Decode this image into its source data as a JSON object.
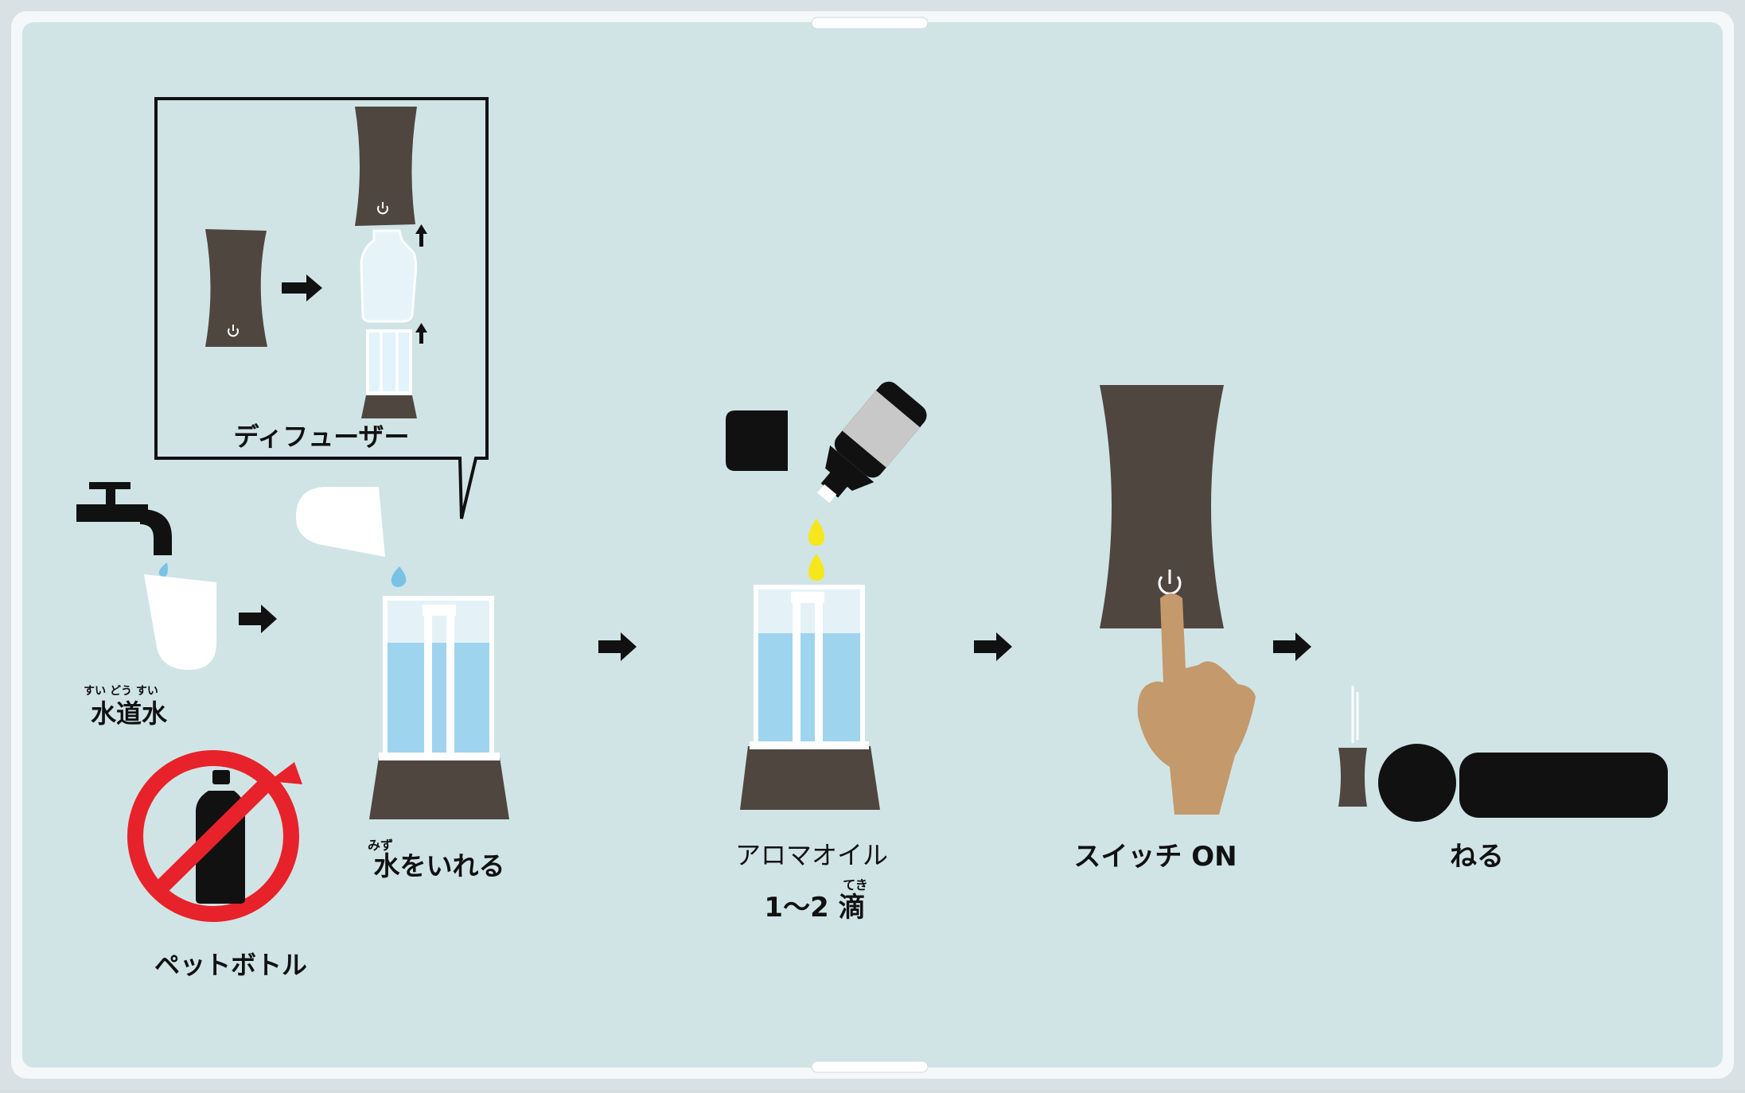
{
  "labels": {
    "diffuser": "ディフューザー",
    "tap_water_ruby": "すい どう すい",
    "tap_water": "水道水",
    "pet_bottle": "ペットボトル",
    "add_water_ruby": "みず",
    "add_water": "水をいれる",
    "aroma_oil": "アロマオイル",
    "drops_ruby": "てき",
    "drops": "1〜2 滴",
    "switch_on": "スイッチ ON",
    "sleep": "ねる"
  },
  "colors": {
    "background": "#d0e4e6",
    "frame": "#f4f8f9",
    "diffuser_brown": "#4f4640",
    "water_blue": "#9fd4ef",
    "drop_yellow": "#f5e71c",
    "skin": "#c4996b",
    "prohibit_red": "#e8222a"
  },
  "icons": {
    "faucet": "faucet-icon",
    "power": "power-icon",
    "prohibited": "prohibited-sign-icon"
  }
}
